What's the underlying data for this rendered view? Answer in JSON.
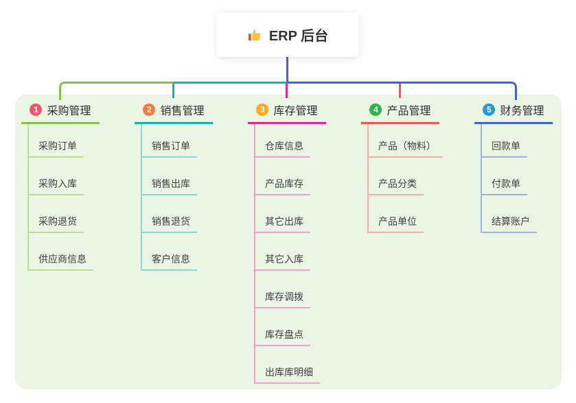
{
  "root": {
    "title": "ERP 后台",
    "icon": "thumbs-up-icon"
  },
  "colors": {
    "panel_background": "#EAF5E3",
    "root_connector": "#4E5FD3",
    "branch_1": "#86BE4A",
    "branch_1_tint": "#BCDE92",
    "badge_1": "#F4536E",
    "branch_2": "#16B4AC",
    "branch_2_tint": "#8BD8D3",
    "badge_2": "#F77B3D",
    "branch_3": "#E6268F",
    "branch_3_tint": "#F79DCF",
    "badge_3": "#FBAC1B",
    "branch_4": "#FA5352",
    "branch_4_tint": "#FCABA6",
    "badge_4": "#2DB24D",
    "branch_5": "#3D63D8",
    "branch_5_tint": "#9FB3E6",
    "badge_5": "#1F9BE0"
  },
  "branches": [
    {
      "badge": "1",
      "label": "采购管理",
      "children": [
        "采购订单",
        "采购入库",
        "采购退货",
        "供应商信息"
      ]
    },
    {
      "badge": "2",
      "label": "销售管理",
      "children": [
        "销售订单",
        "销售出库",
        "销售退货",
        "客户信息"
      ]
    },
    {
      "badge": "3",
      "label": "库存管理",
      "children": [
        "仓库信息",
        "产品库存",
        "其它出库",
        "其它入库",
        "库存调拨",
        "库存盘点",
        "出库库明细"
      ]
    },
    {
      "badge": "4",
      "label": "产品管理",
      "children": [
        "产品（物料）",
        "产品分类",
        "产品单位"
      ]
    },
    {
      "badge": "5",
      "label": "财务管理",
      "children": [
        "回款单",
        "付款单",
        "结算账户"
      ]
    }
  ]
}
